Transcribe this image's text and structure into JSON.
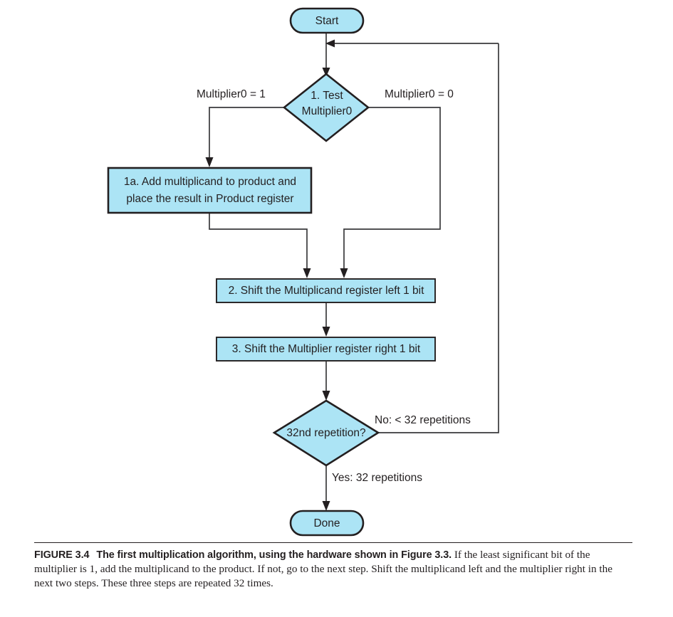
{
  "figure": {
    "nodes": {
      "start": {
        "label": "Start",
        "shape": "stadium"
      },
      "test": {
        "line1": "1.  Test",
        "line2": "Multiplier0",
        "shape": "diamond"
      },
      "step1a": {
        "line1": "1a.  Add multiplicand to product and",
        "line2": "place the result in Product register",
        "shape": "rect"
      },
      "step2": {
        "label": "2.  Shift the Multiplicand register left 1 bit",
        "shape": "rect"
      },
      "step3": {
        "label": "3.  Shift the Multiplier register right 1 bit",
        "shape": "rect"
      },
      "repeat": {
        "label": "32nd repetition?",
        "shape": "diamond"
      },
      "done": {
        "label": "Done",
        "shape": "stadium"
      }
    },
    "edge_labels": {
      "left_branch": "Multiplier0 = 1",
      "right_branch": "Multiplier0 = 0",
      "no_branch": "No: < 32 repetitions",
      "yes_branch": "Yes: 32 repetitions"
    },
    "colors": {
      "node_fill": "#ace4f5",
      "node_stroke": "#231f20",
      "connector": "#3a3a3c",
      "text": "#231f20",
      "background": "#ffffff"
    }
  },
  "caption": {
    "lead": "FIGURE 3.4",
    "bold_title": "The first multiplication algorithm, using the hardware shown in Figure 3.3.",
    "body": " If the least significant bit of the multiplier is 1, add the multiplicand to the product. If not, go to the next step. Shift the multiplicand left and the multiplier right in the next two steps. These three steps are repeated 32 times."
  }
}
